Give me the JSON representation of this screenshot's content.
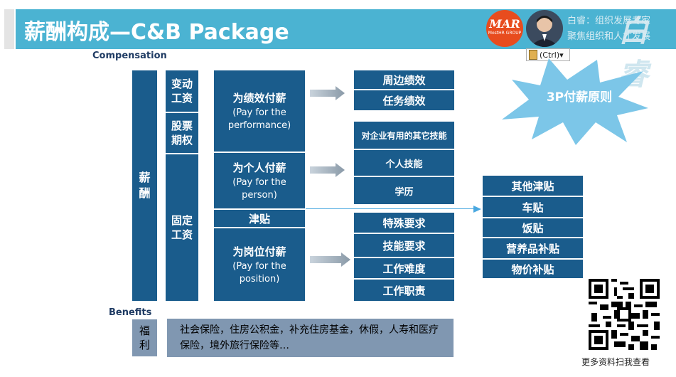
{
  "header": {
    "title": "薪酬构成—C&B Package",
    "logo_text": "MAR",
    "logo_sub": "MostHR GROUP",
    "watermark_line1": "白睿：组织发展专家",
    "watermark_line2": "聚焦组织和人才发展",
    "watermark_big": "白睿"
  },
  "paste_options": {
    "label": "(Ctrl)▾"
  },
  "sections": {
    "compensation": "Compensation",
    "benefits": "Benefits"
  },
  "root": {
    "label": "薪\n酬"
  },
  "categories": {
    "variable": "变动\n工资",
    "stock": "股票\n期权",
    "fixed": "固定\n工资"
  },
  "principles": {
    "performance": {
      "title": "为绩效付薪",
      "en": "(Pay for the\nperformance)"
    },
    "person": {
      "title": "为个人付薪",
      "en": "(Pay for the\nperson)"
    },
    "allowance": {
      "title": "津贴"
    },
    "position": {
      "title": "为岗位付薪",
      "en": "(Pay for the\nposition)"
    }
  },
  "factors": {
    "performance": [
      "周边绩效",
      "任务绩效"
    ],
    "person": [
      "对企业有用的其它技能",
      "个人技能",
      "学历"
    ],
    "position": [
      "特殊要求",
      "技能要求",
      "工作难度",
      "工作职责"
    ]
  },
  "allowances": [
    "其他津贴",
    "车贴",
    "饭贴",
    "营养品补贴",
    "物价补贴"
  ],
  "burst": {
    "label": "3P付薪原则"
  },
  "benefits": {
    "label": "福\n利",
    "text": "社会保险，住房公积金，补充住房基金，休假，人寿和医疗保险，境外旅行保险等…"
  },
  "qr": {
    "caption": "更多资料扫我查看"
  },
  "colors": {
    "box": "#1a5c8c",
    "title_band": "#4bb3d2",
    "benefit_box": "#8097b1",
    "burst": "#7cc6e8"
  }
}
